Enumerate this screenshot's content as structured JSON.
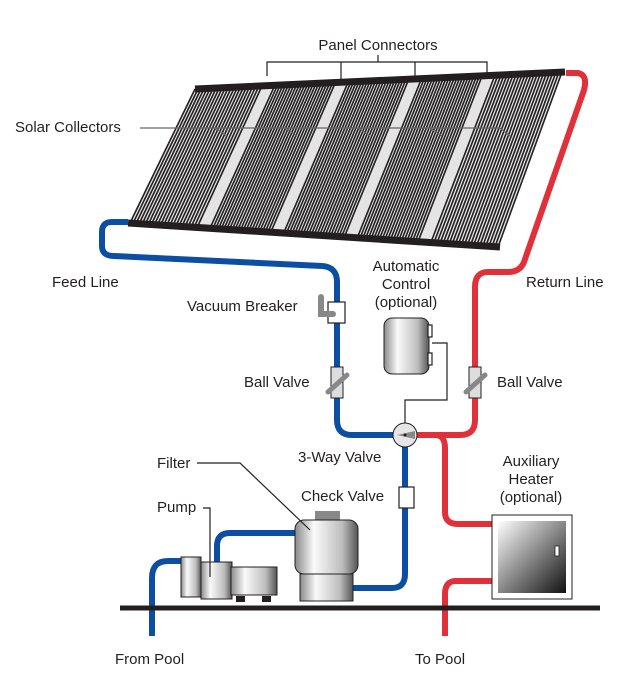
{
  "labels": {
    "panel_connectors": "Panel Connectors",
    "solar_collectors": "Solar Collectors",
    "feed_line": "Feed Line",
    "return_line": "Return Line",
    "automatic_control": [
      "Automatic",
      "Control",
      "(optional)"
    ],
    "vacuum_breaker": "Vacuum Breaker",
    "ball_valve_left": "Ball Valve",
    "ball_valve_right": "Ball Valve",
    "three_way_valve": "3-Way Valve",
    "check_valve": "Check Valve",
    "filter": "Filter",
    "pump": "Pump",
    "auxiliary_heater": [
      "Auxiliary",
      "Heater",
      "(optional)"
    ],
    "from_pool": "From Pool",
    "to_pool": "To Pool"
  },
  "colors": {
    "cold_line": "#0b4ea2",
    "hot_line": "#e0313a",
    "collector": "#231f20"
  },
  "collector_panel_count": 5
}
